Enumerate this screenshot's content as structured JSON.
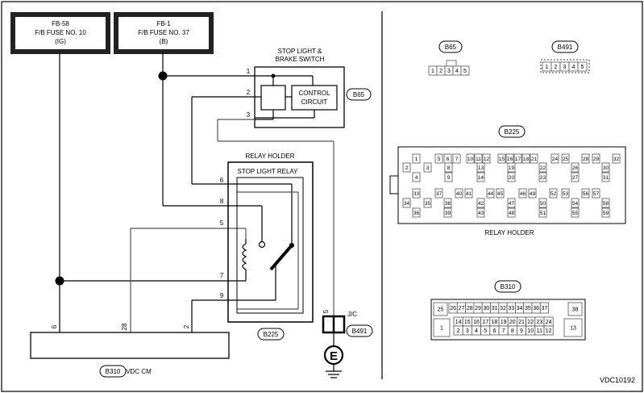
{
  "fuses": [
    {
      "line1": "FB-58",
      "line2": "F/B FUSE NO. 10",
      "line3": "(IG)"
    },
    {
      "line1": "FB-1",
      "line2": "F/B FUSE NO. 37",
      "line3": "(B)"
    }
  ],
  "switch": {
    "title1": "STOP LIGHT &",
    "title2": "BRAKE SWITCH",
    "control1": "CONTROL",
    "control2": "CIRCUIT",
    "connector": "B65",
    "pins": [
      "1",
      "2",
      "3"
    ]
  },
  "relay_holder": {
    "title": "RELAY HOLDER",
    "relay_title": "STOP LIGHT RELAY",
    "connector": "B225",
    "pins": [
      "6",
      "8",
      "5",
      "7",
      "9"
    ]
  },
  "jc": {
    "label": "J/C",
    "pin": "5",
    "connector": "B491",
    "ground": "E"
  },
  "vdccm": {
    "label": "VDC CM",
    "connector": "B310",
    "pins": [
      "6",
      "28",
      "2"
    ]
  },
  "connector_views": {
    "b65": {
      "label": "B65",
      "pins": [
        "1",
        "2",
        "3",
        "4",
        "5"
      ]
    },
    "b491": {
      "label": "B491",
      "pins": [
        "1",
        "2",
        "3",
        "4",
        "5"
      ]
    },
    "b225": {
      "label": "B225",
      "caption": "RELAY HOLDER",
      "pins": [
        "1",
        "2",
        "3",
        "4",
        "5",
        "6",
        "7",
        "8",
        "9",
        "10",
        "11",
        "12",
        "13",
        "14",
        "15",
        "16",
        "17",
        "18",
        "19",
        "20",
        "21",
        "22",
        "23",
        "24",
        "25",
        "26",
        "27",
        "28",
        "29",
        "30",
        "31",
        "32",
        "33",
        "34",
        "35",
        "36",
        "37",
        "38",
        "39",
        "40",
        "41",
        "42",
        "43",
        "44",
        "45",
        "46",
        "47",
        "48",
        "49",
        "50",
        "51",
        "52",
        "53",
        "54",
        "55",
        "56",
        "57",
        "58",
        "59"
      ]
    },
    "b310": {
      "label": "B310",
      "row1": [
        "25",
        "26",
        "27",
        "28",
        "29",
        "30",
        "31",
        "32",
        "33",
        "34",
        "35",
        "36",
        "37",
        "38"
      ],
      "row2": [
        "1",
        "14",
        "15",
        "16",
        "17",
        "18",
        "19",
        "20",
        "21",
        "22",
        "23",
        "24",
        "13"
      ],
      "row3": [
        "2",
        "3",
        "4",
        "5",
        "6",
        "7",
        "8",
        "9",
        "10",
        "11",
        "12"
      ]
    }
  },
  "figure_code": "VDC10192"
}
